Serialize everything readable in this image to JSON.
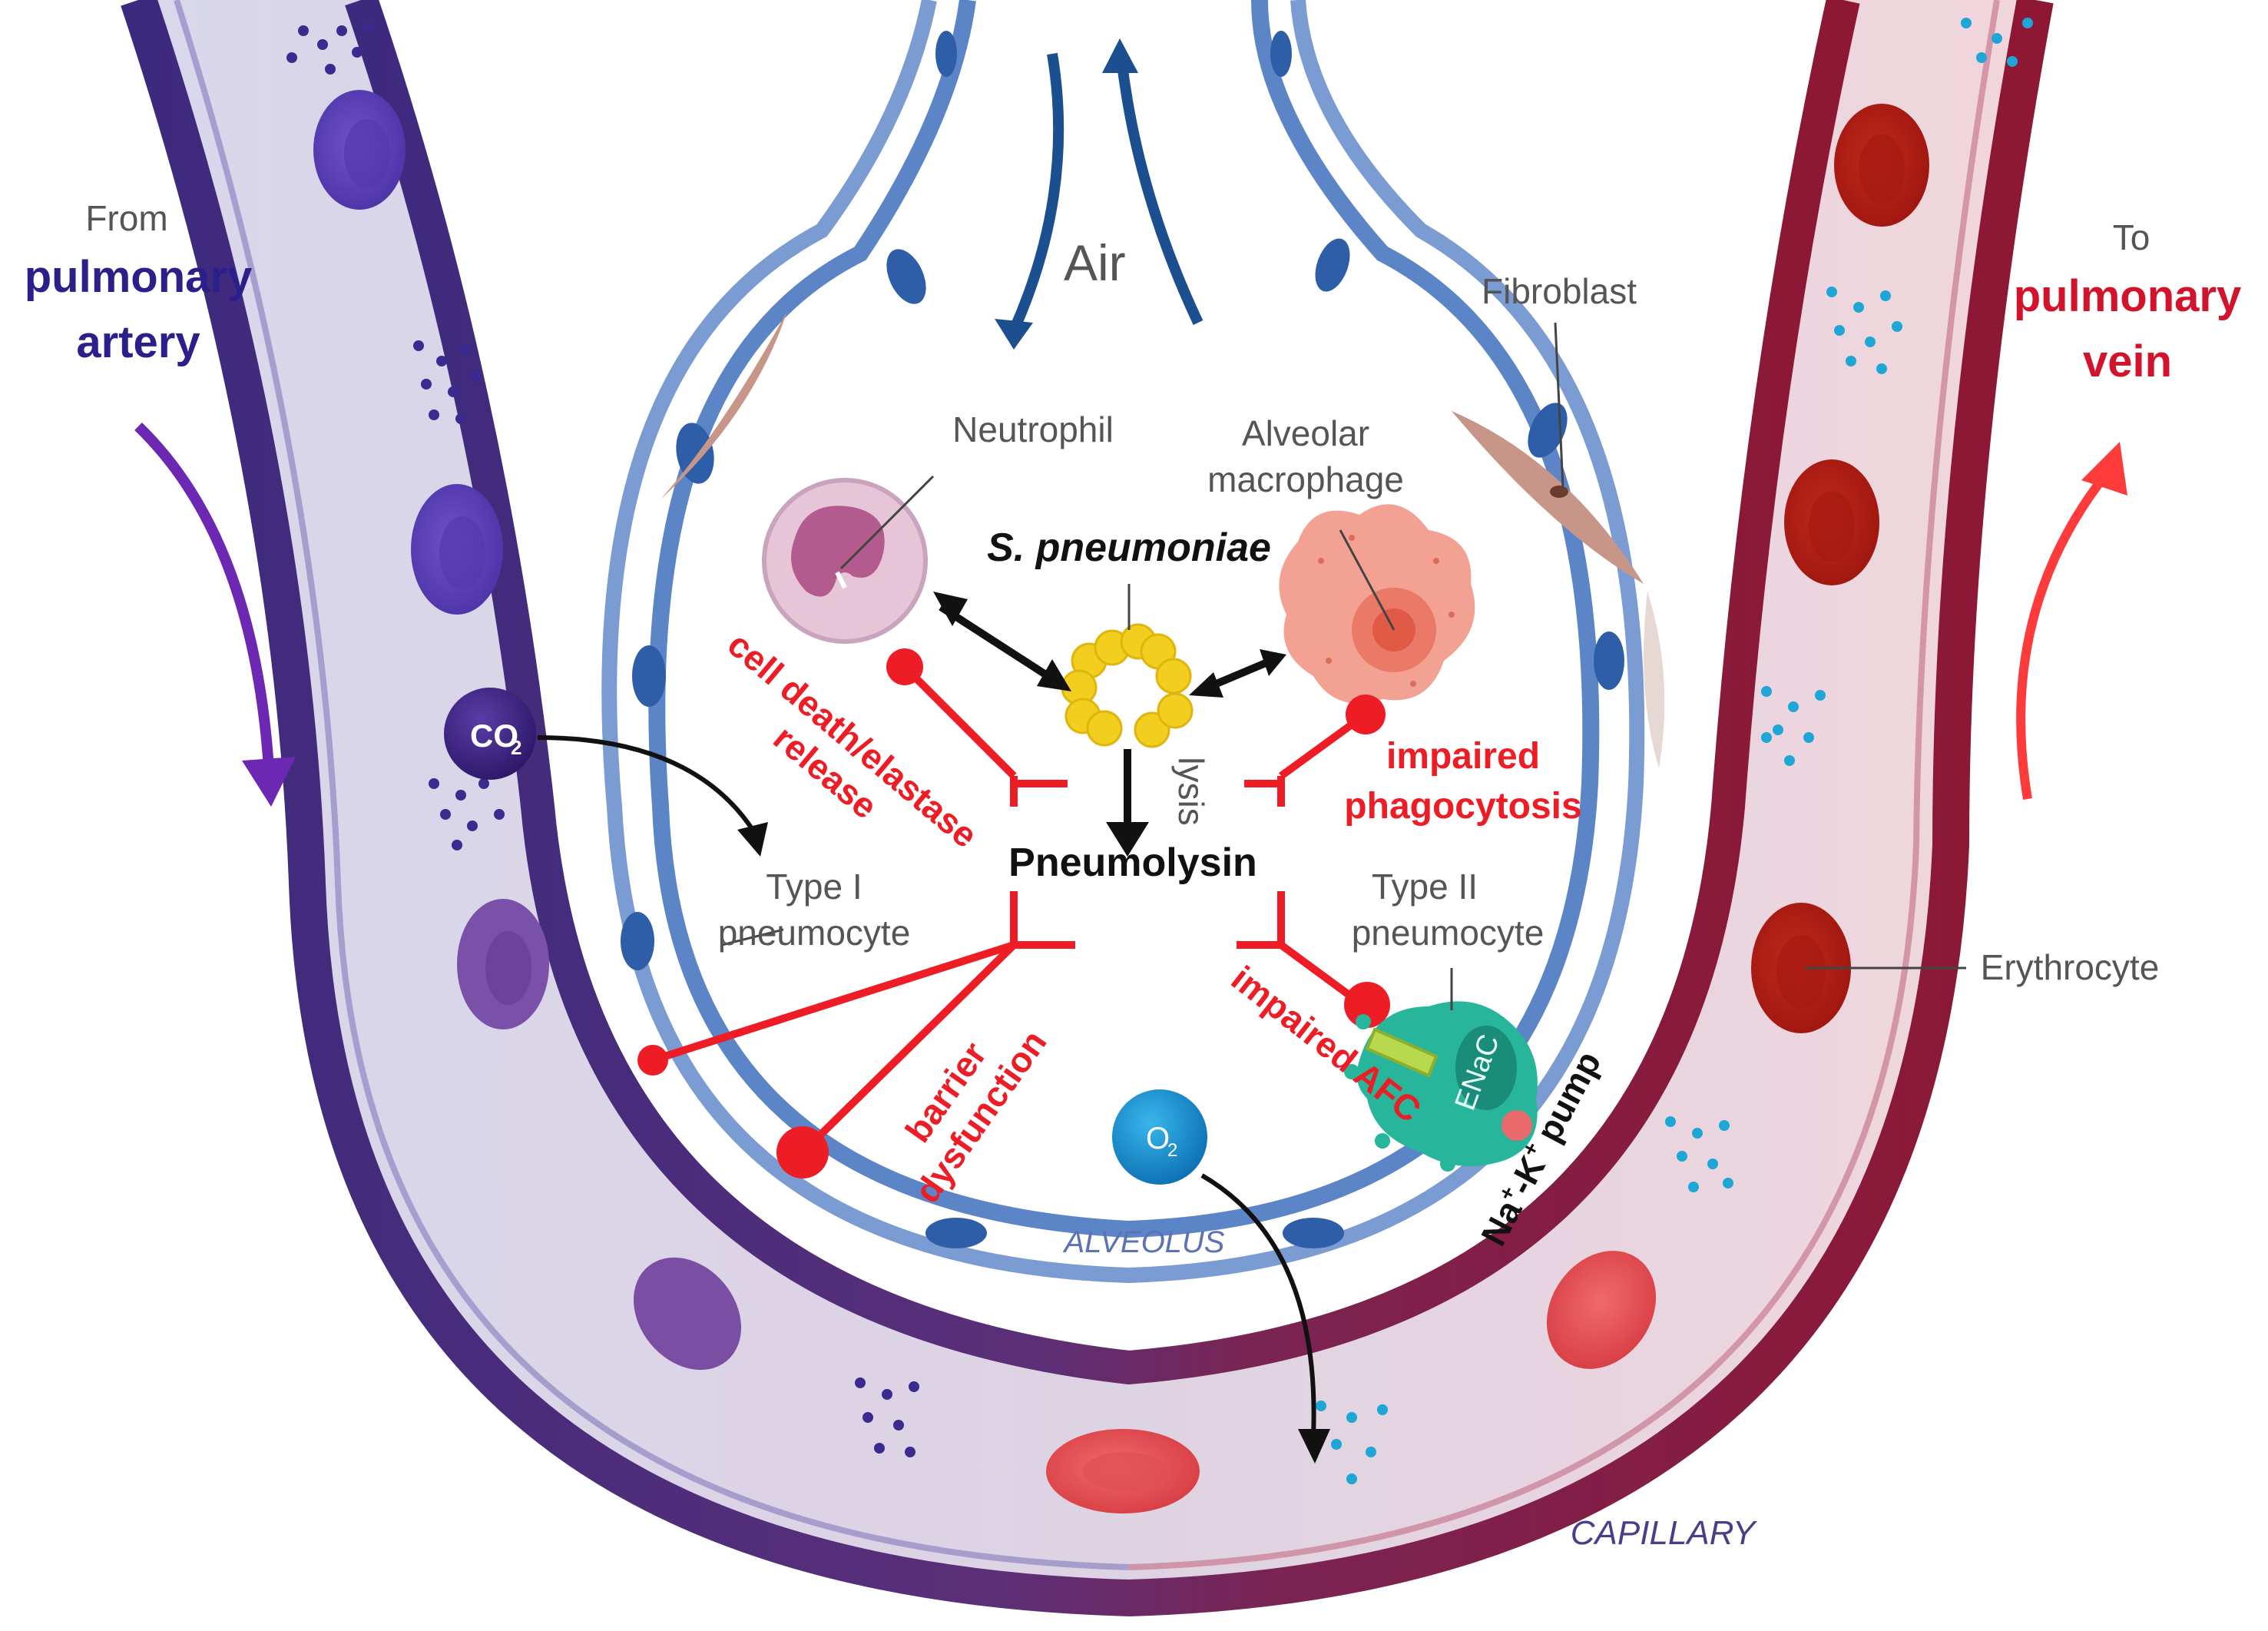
{
  "labels": {
    "from_line1": "From",
    "from_line2": "pulmonary",
    "from_line3": "artery",
    "to_line1": "To",
    "to_line2": "pulmonary",
    "to_line3": "vein",
    "air": "Air",
    "fibroblast": "Fibroblast",
    "neutrophil": "Neutrophil",
    "alveolar_macrophage_1": "Alveolar",
    "alveolar_macrophage_2": "macrophage",
    "s_pneumoniae": "S. pneumoniae",
    "pneumolysin": "Pneumolysin",
    "lysis": "lysis",
    "cell_death_1": "cell death/elastase",
    "cell_death_2": "release",
    "impaired_phagocytosis_1": "impaired",
    "impaired_phagocytosis_2": "phagocytosis",
    "type1_1": "Type I",
    "type1_2": "pneumocyte",
    "type2_1": "Type II",
    "type2_2": "pneumocyte",
    "impaired_afc": "impaired AFC",
    "barrier_1": "barrier",
    "barrier_2": "dysfunction",
    "enac": "ENaC",
    "na_k_pump_na": "Na",
    "na_k_pump_k": "-K",
    "na_k_pump_rest": " pump",
    "plus": "+",
    "co2": "CO",
    "co2_sub": "2",
    "o2": "O",
    "o2_sub": "2",
    "erythrocyte": "Erythrocyte",
    "alveolus": "ALVEOLUS",
    "capillary": "CAPILLARY"
  },
  "colors": {
    "artery_blue": "#2b1f8c",
    "vein_red": "#d3122b",
    "inhibit_red": "#ee1c25",
    "membrane_blue": "#5b85c6",
    "capillary_wall_purple": "#3d2a7a",
    "capillary_wall_red": "#8c1a3a",
    "bacteria_yellow": "#f2cf1e"
  }
}
